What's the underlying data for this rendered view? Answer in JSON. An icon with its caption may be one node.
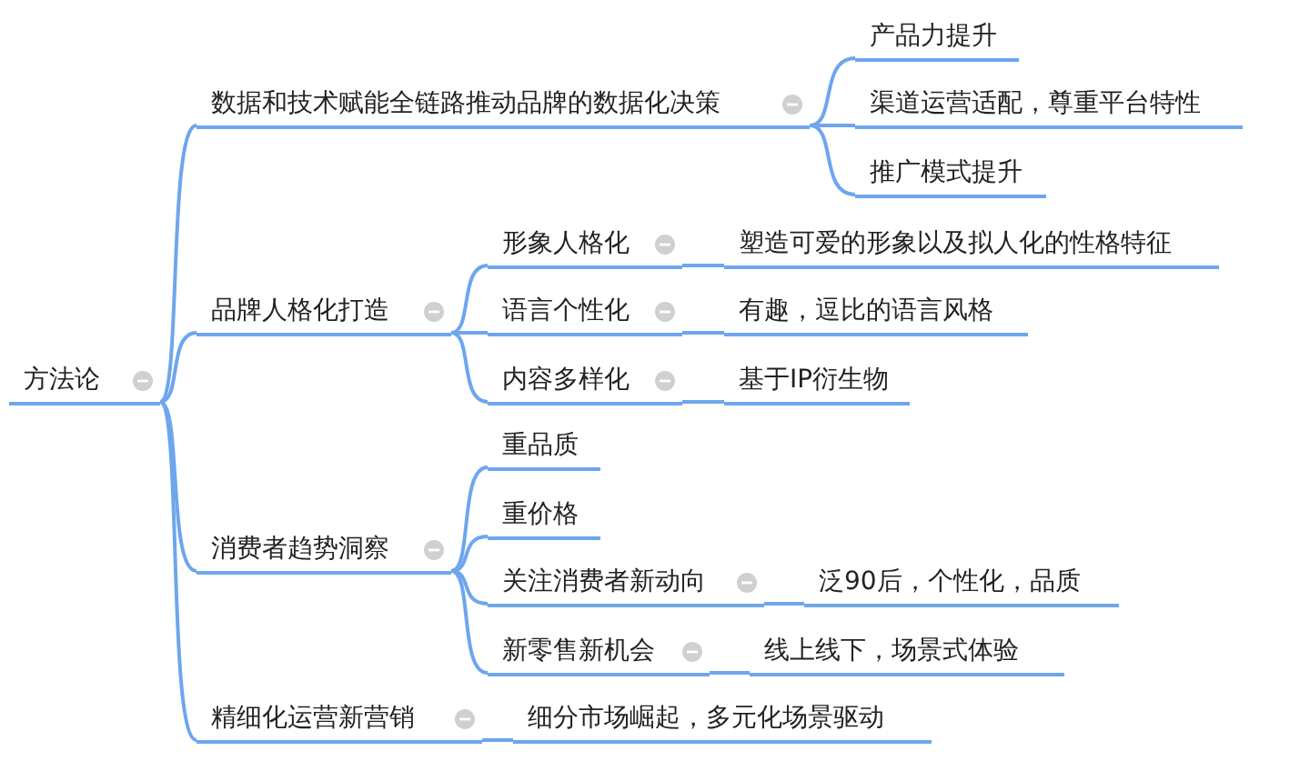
{
  "diagram": {
    "nodes": [
      {
        "text": [
          "方法论"
        ]
      },
      {
        "text": [
          "数据和技术赋能全链路推动品牌的数据化决策"
        ]
      },
      {
        "text": [
          "产品力提升"
        ]
      },
      {
        "text": [
          "渠道运营适配，尊重平台特性"
        ]
      },
      {
        "text": [
          "推广模式提升"
        ]
      },
      {
        "text": [
          "品牌人格化打造"
        ]
      },
      {
        "text": [
          "形象人格化"
        ]
      },
      {
        "text": [
          "塑造可爱的形象以及拟人化的性格特征"
        ]
      },
      {
        "text": [
          "语言个性化"
        ]
      },
      {
        "text": [
          "有趣，逗比的语言风格"
        ]
      },
      {
        "text": [
          "内容多样化"
        ]
      },
      {
        "text": [
          "基于IP衍生物"
        ]
      },
      {
        "text": [
          "消费者趋势洞察"
        ]
      },
      {
        "text": [
          "重品质"
        ]
      },
      {
        "text": [
          "重价格"
        ]
      },
      {
        "text": [
          "关注消费者新动向"
        ]
      },
      {
        "text": [
          "泛90后，个性化，品质"
        ]
      },
      {
        "text": [
          "新零售新机会"
        ]
      },
      {
        "text": [
          "线上线下，场景式体验"
        ]
      },
      {
        "text": [
          "精细化运营新营销"
        ]
      },
      {
        "text": [
          "细分市场崛起，多元化场景驱动"
        ]
      }
    ],
    "edges": [
      {
        "from": 0,
        "to": 1,
        "arrow": "none"
      },
      {
        "from": 1,
        "to": 2,
        "arrow": "none"
      },
      {
        "from": 1,
        "to": 3,
        "arrow": "none"
      },
      {
        "from": 1,
        "to": 4,
        "arrow": "none"
      },
      {
        "from": 0,
        "to": 5,
        "arrow": "none"
      },
      {
        "from": 5,
        "to": 6,
        "arrow": "none"
      },
      {
        "from": 6,
        "to": 7,
        "arrow": "none"
      },
      {
        "from": 5,
        "to": 8,
        "arrow": "none"
      },
      {
        "from": 8,
        "to": 9,
        "arrow": "none"
      },
      {
        "from": 5,
        "to": 10,
        "arrow": "none"
      },
      {
        "from": 10,
        "to": 11,
        "arrow": "none"
      },
      {
        "from": 0,
        "to": 12,
        "arrow": "none"
      },
      {
        "from": 12,
        "to": 13,
        "arrow": "none"
      },
      {
        "from": 12,
        "to": 14,
        "arrow": "none"
      },
      {
        "from": 12,
        "to": 15,
        "arrow": "none"
      },
      {
        "from": 15,
        "to": 16,
        "arrow": "none"
      },
      {
        "from": 12,
        "to": 17,
        "arrow": "none"
      },
      {
        "from": 17,
        "to": 18,
        "arrow": "none"
      },
      {
        "from": 0,
        "to": 19,
        "arrow": "none"
      },
      {
        "from": 19,
        "to": 20,
        "arrow": "none"
      }
    ]
  }
}
